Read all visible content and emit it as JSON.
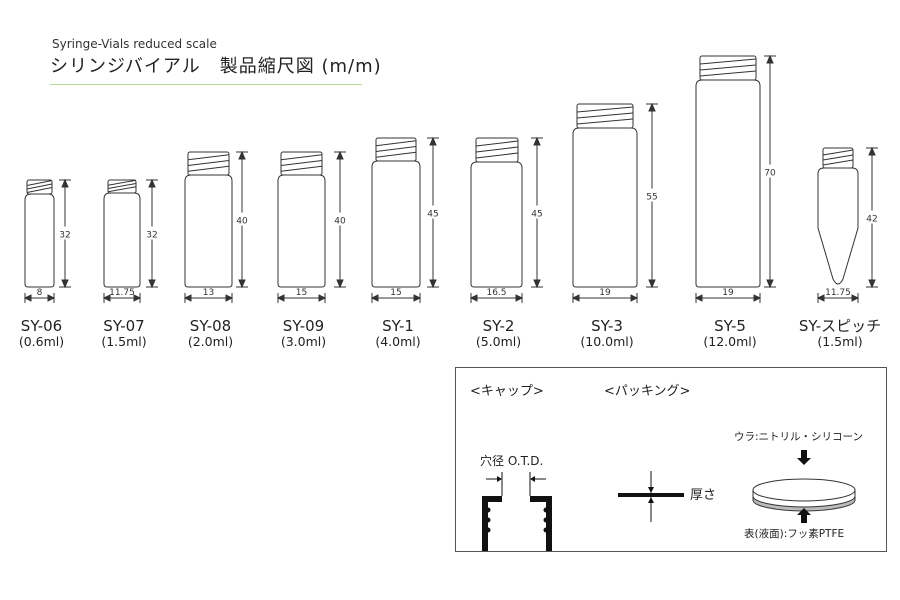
{
  "header": {
    "subtitle": "Syringe-Vials  reduced scale",
    "title": "シリンジバイアル　製品縮尺図 (m/m)"
  },
  "vials": [
    {
      "name": "SY-06",
      "volume": "(0.6ml)",
      "height": "32",
      "width": "8"
    },
    {
      "name": "SY-07",
      "volume": "(1.5ml)",
      "height": "32",
      "width": "11.75"
    },
    {
      "name": "SY-08",
      "volume": "(2.0ml)",
      "height": "40",
      "width": "13"
    },
    {
      "name": "SY-09",
      "volume": "(3.0ml)",
      "height": "40",
      "width": "15"
    },
    {
      "name": "SY-1",
      "volume": "(4.0ml)",
      "height": "45",
      "width": "15"
    },
    {
      "name": "SY-2",
      "volume": "(5.0ml)",
      "height": "45",
      "width": "16.5"
    },
    {
      "name": "SY-3",
      "volume": "(10.0ml)",
      "height": "55",
      "width": "19"
    },
    {
      "name": "SY-5",
      "volume": "(12.0ml)",
      "height": "70",
      "width": "19"
    },
    {
      "name": "SY-スピッチ",
      "volume": "(1.5ml)",
      "height": "42",
      "width": "11.75"
    }
  ],
  "legend_box": {
    "cap_heading": "<キャップ>",
    "packing_heading": "<パッキング>",
    "hole_label": "穴径 O.T.D.",
    "thickness_label": "厚さ",
    "back_label": "ウラ:ニトリル・シリコーン",
    "front_label": "表(液面):フッ素PTFE"
  },
  "colors": {
    "rule": "#b9d99a",
    "line": "#333333"
  }
}
